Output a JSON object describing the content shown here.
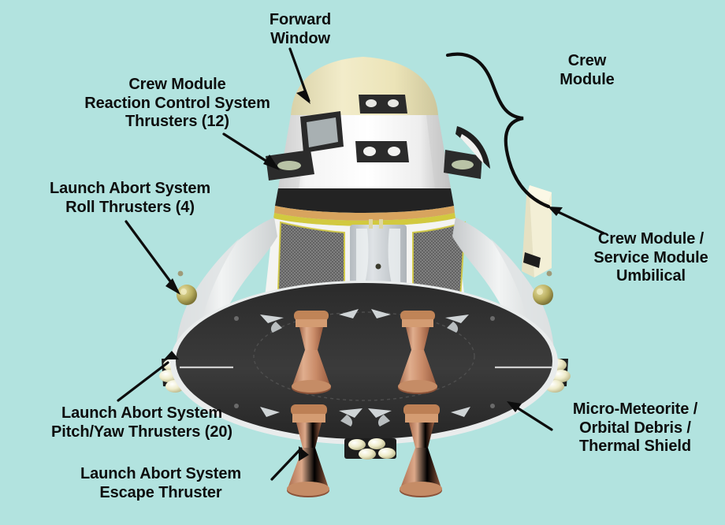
{
  "diagram": {
    "title": "Crew Module",
    "subject": "Orion crew module spacecraft cutaway illustration",
    "background_color": "#b2e3df",
    "text_color": "#0d0d0d"
  },
  "callouts": [
    {
      "id": "forward-window",
      "label": "Forward\nWindow",
      "align": "center",
      "pointer": "arrow",
      "side": "top"
    },
    {
      "id": "crew-module-rcs-thrusters",
      "label": "Crew Module\nReaction Control System\nThrusters (12)",
      "align": "center",
      "pointer": "arrow",
      "side": "left"
    },
    {
      "id": "las-roll-thrusters",
      "label": "Launch Abort System\nRoll Thrusters (4)",
      "align": "center",
      "pointer": "arrow",
      "side": "left"
    },
    {
      "id": "las-pitch-yaw-thrusters",
      "label": "Launch Abort System\nPitch/Yaw Thrusters (20)",
      "align": "center",
      "pointer": "arrow",
      "side": "left"
    },
    {
      "id": "las-escape-thruster",
      "label": "Launch Abort System\nEscape Thruster",
      "align": "center",
      "pointer": "arrow",
      "side": "bottom"
    },
    {
      "id": "crew-module",
      "label": "Crew\nModule",
      "align": "center",
      "pointer": "brace",
      "side": "right"
    },
    {
      "id": "crew-module-service-module-umbilical",
      "label": "Crew Module /\nService Module\nUmbilical",
      "align": "center",
      "pointer": "arrow",
      "side": "right"
    },
    {
      "id": "micro-meteorite-orbital-debris-thermal-shield",
      "label": "Micro-Meteorite /\nOrbital Debris /\nThermal Shield",
      "align": "center",
      "pointer": "arrow",
      "side": "right"
    }
  ],
  "spacecraft": {
    "parts": [
      {
        "name": "nose-cap",
        "color": "#ece4bd"
      },
      {
        "name": "upper-cone-body",
        "color": "#fafafa"
      },
      {
        "name": "forward-window",
        "color": "#b9bfc0"
      },
      {
        "name": "rcs-thruster-port",
        "color": "#2c2c2c"
      },
      {
        "name": "black-band",
        "color": "#232323"
      },
      {
        "name": "yellow-trim",
        "color": "#cfc63a"
      },
      {
        "name": "orange-trim",
        "color": "#d8b36e"
      },
      {
        "name": "mmod-panel",
        "color": "#5e5e5e"
      },
      {
        "name": "access-hatch",
        "color": "#c9ced2"
      },
      {
        "name": "las-fairing",
        "color": "#e7e9ea"
      },
      {
        "name": "roll-thruster",
        "color": "#b8ad5e"
      },
      {
        "name": "pitch-yaw-nozzle",
        "color": "#efeccd"
      },
      {
        "name": "heat-shield",
        "color": "#343434"
      },
      {
        "name": "escape-thruster",
        "color": "#cf9b7c"
      },
      {
        "name": "umbilical",
        "color": "#f0ecd2"
      }
    ],
    "counts": {
      "rcs_thrusters": 12,
      "roll_thrusters": 4,
      "pitch_yaw_thrusters": 20,
      "escape_thrusters_visible": 4
    }
  }
}
